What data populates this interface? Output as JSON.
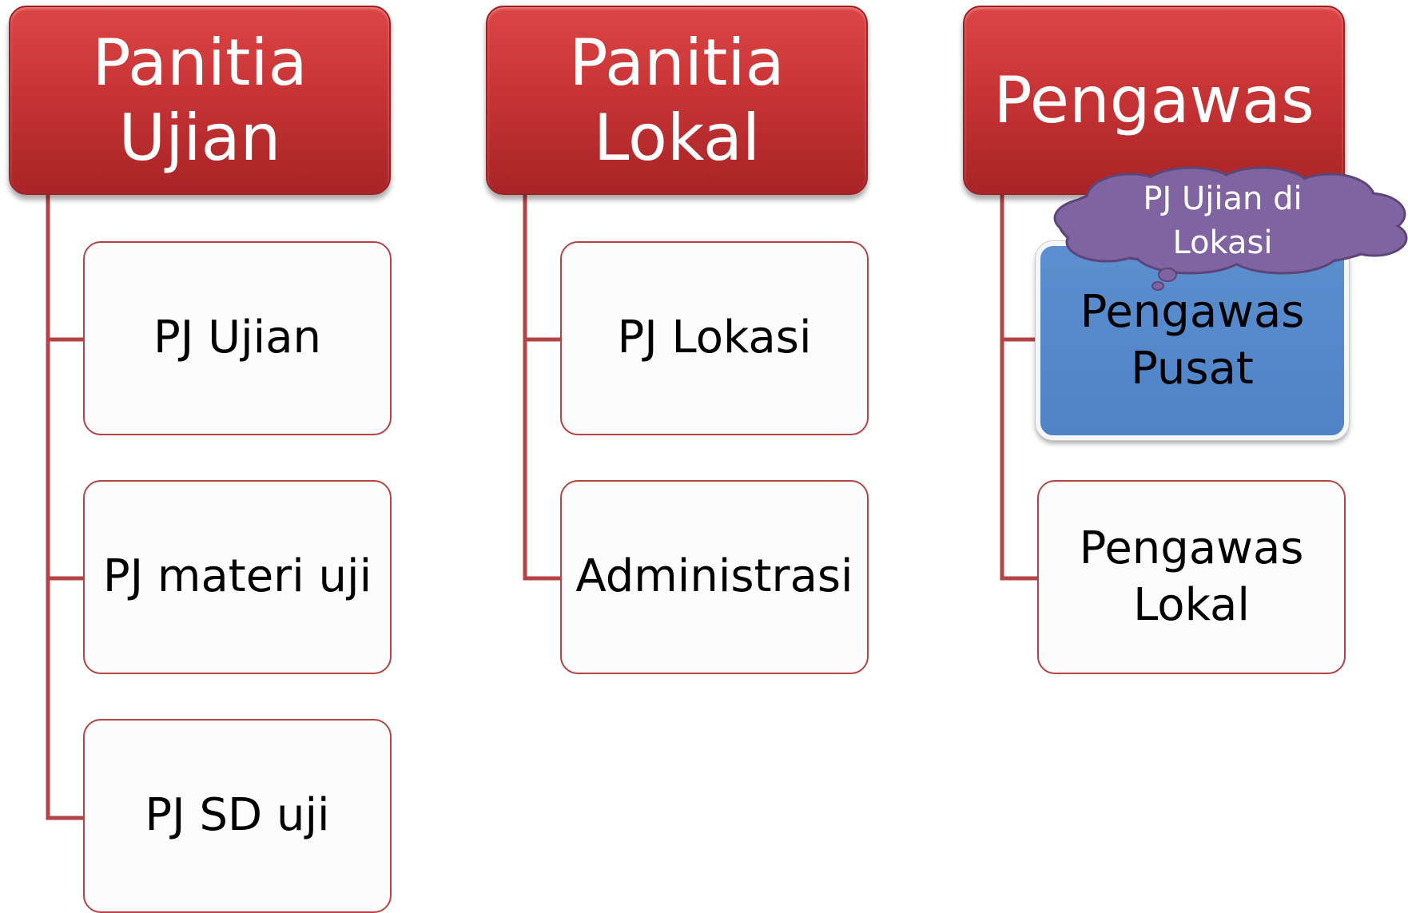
{
  "diagram": {
    "columns": [
      {
        "header": "Panitia\nUjian",
        "items": [
          "PJ Ujian",
          "PJ materi uji",
          "PJ SD uji"
        ]
      },
      {
        "header": "Panitia\nLokal",
        "items": [
          "PJ Lokasi",
          "Administrasi"
        ]
      },
      {
        "header": "Pengawas",
        "items": [
          "Pengawas\nPusat",
          "Pengawas\nLokal"
        ]
      }
    ],
    "callout": "PJ Ujian di\nLokasi",
    "colors": {
      "header_fill": "#c83436",
      "connector": "#b24446",
      "selected_fill": "#4f83c6",
      "callout_fill": "#8064a2"
    }
  }
}
